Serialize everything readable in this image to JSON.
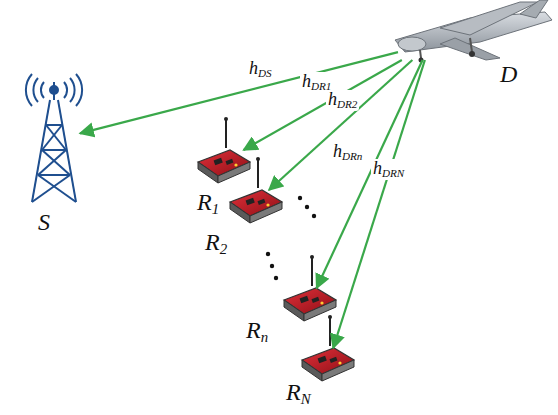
{
  "diagram": {
    "nodes": [
      {
        "text": [
          "D"
        ]
      },
      {
        "text": [
          "S"
        ]
      },
      {
        "text": [
          "R1"
        ]
      },
      {
        "text": [
          "R2"
        ]
      },
      {
        "text": [
          "Rn"
        ]
      },
      {
        "text": [
          "RN"
        ]
      }
    ],
    "edges": [
      {
        "from": 0,
        "to": 1,
        "arrow": "to",
        "label": "hDS"
      },
      {
        "from": 0,
        "to": 2,
        "arrow": "to",
        "label": "hDR1"
      },
      {
        "from": 0,
        "to": 3,
        "arrow": "to",
        "label": "hDR2"
      },
      {
        "from": 0,
        "to": 4,
        "arrow": "to",
        "label": "hDRn"
      },
      {
        "from": 0,
        "to": 5,
        "arrow": "to",
        "label": "hDRN"
      }
    ]
  }
}
